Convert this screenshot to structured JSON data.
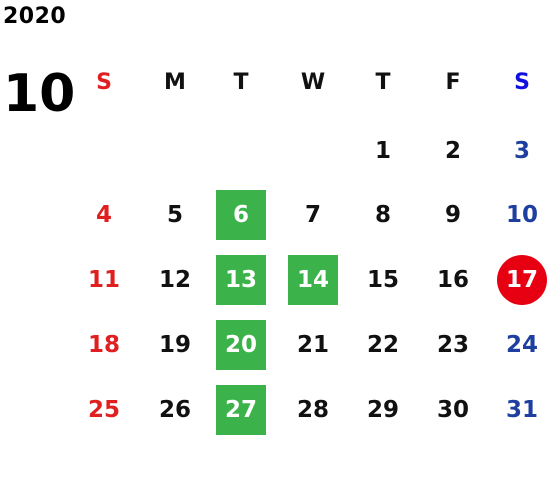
{
  "calendar": {
    "year": "2020",
    "month": "10",
    "weekdays": [
      "S",
      "M",
      "T",
      "W",
      "T",
      "F",
      "S"
    ],
    "first_weekday_index": 4,
    "days_in_month": 31,
    "highlighted_days": [
      6,
      13,
      14,
      20,
      27
    ],
    "today": 17,
    "colors": {
      "sunday": "#e02020",
      "saturday": "#1f3fa0",
      "saturday_header": "#1010e0",
      "weekday": "#111111",
      "highlight": "#3cb34a",
      "today": "#e60012"
    }
  }
}
